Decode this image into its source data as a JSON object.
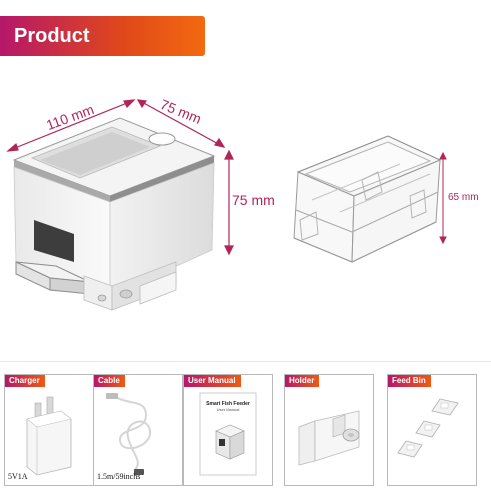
{
  "banner": {
    "title": "Product Accessories"
  },
  "dimensions": {
    "width": "110 mm",
    "depth": "75 mm",
    "height": "75 mm",
    "bin_height": "65 mm"
  },
  "accessories": [
    {
      "label": "Charger",
      "caption": "5V1A"
    },
    {
      "label": "Cable",
      "caption": "1.5m/59inchs"
    },
    {
      "label": "User Manual",
      "caption": ""
    },
    {
      "label": "Holder",
      "caption": ""
    },
    {
      "label": "Feed Bin",
      "caption": ""
    }
  ],
  "manual": {
    "title": "Smart Fish Feeder",
    "subtitle": "User Manual"
  },
  "colors": {
    "accent_start": "#b5176a",
    "accent_end": "#f26a10",
    "dimension": "#b0255a"
  }
}
